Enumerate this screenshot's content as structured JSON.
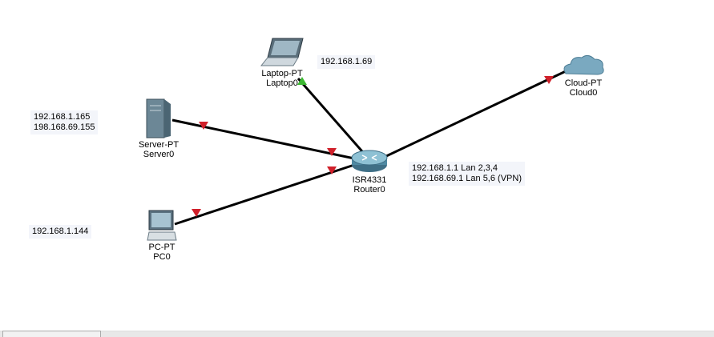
{
  "devices": {
    "laptop": {
      "type": "Laptop-PT",
      "name": "Laptop0",
      "note": "192.168.1.69"
    },
    "server": {
      "type": "Server-PT",
      "name": "Server0",
      "note": [
        "192.168.1.165",
        "198.168.69.155"
      ]
    },
    "pc": {
      "type": "PC-PT",
      "name": "PC0",
      "note": "192.168.1.144"
    },
    "router": {
      "type": "ISR4331",
      "name": "Router0",
      "note": [
        "192.168.1.1 Lan 2,3,4",
        "192.168.69.1 Lan 5,6 (VPN)"
      ]
    },
    "cloud": {
      "type": "Cloud-PT",
      "name": "Cloud0"
    }
  },
  "colors": {
    "link": "#000000",
    "link_down": "#d0202a",
    "link_up": "#3cb832"
  }
}
